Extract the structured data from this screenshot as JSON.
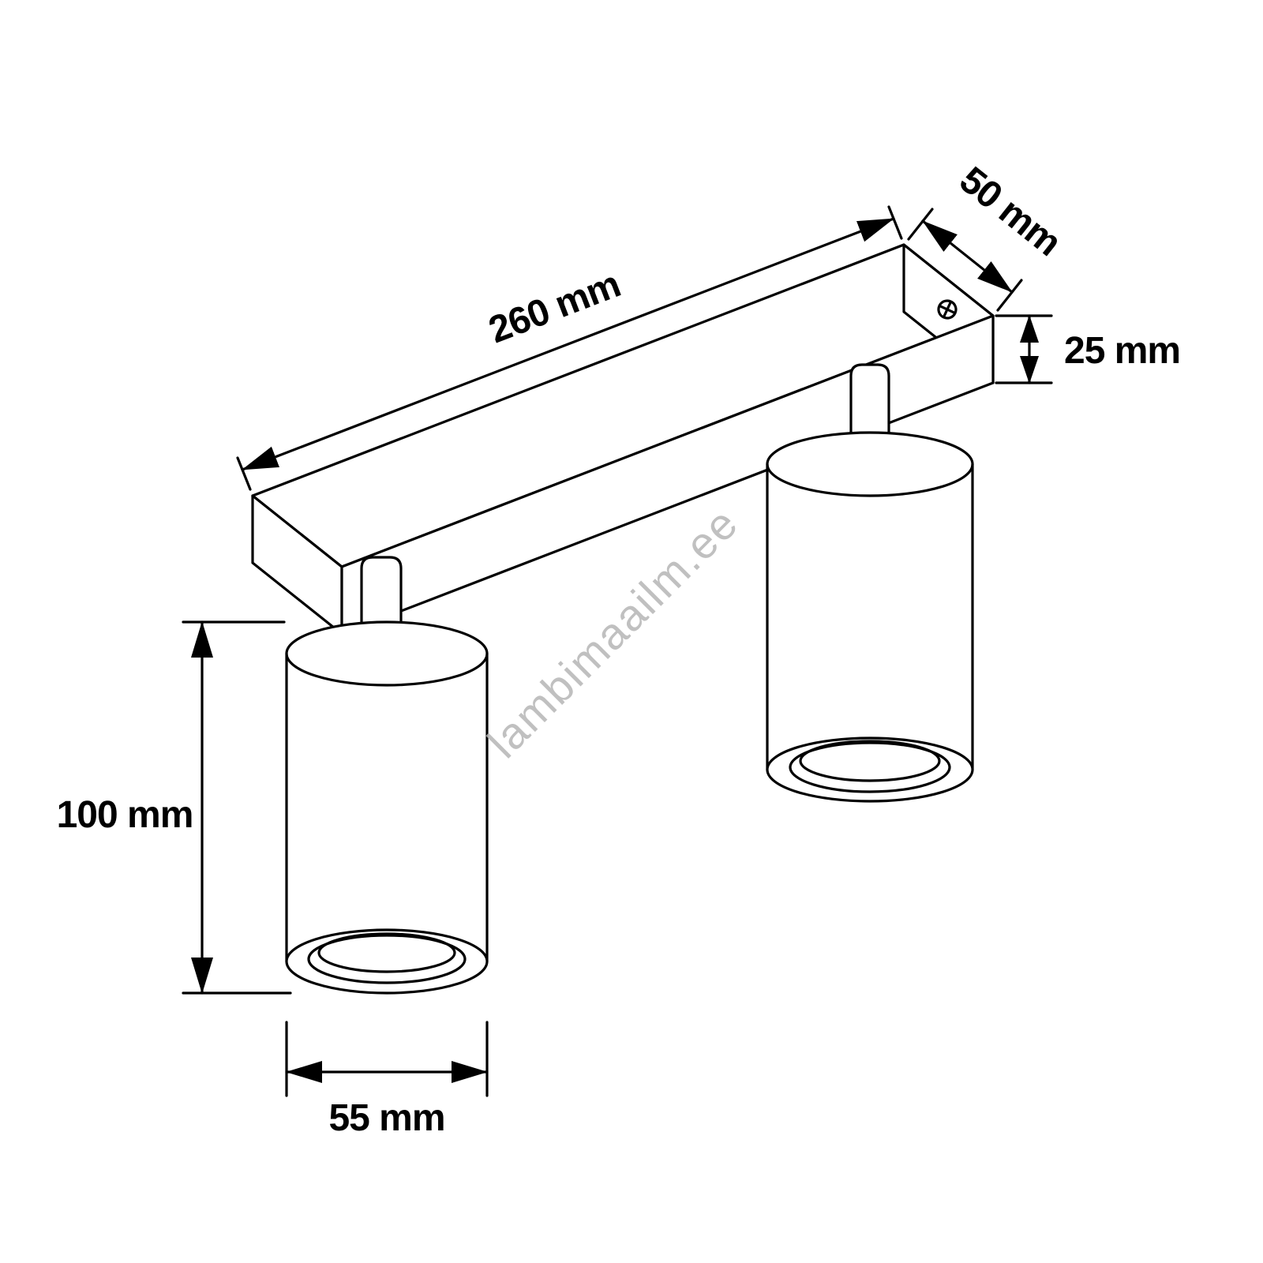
{
  "diagram": {
    "dimensions": {
      "bar_length": "260 mm",
      "bar_depth": "50 mm",
      "bar_height": "25 mm",
      "spot_height": "100 mm",
      "spot_diameter": "55 mm"
    },
    "watermark": "lambimaailm.ee",
    "colors": {
      "line": "#000000",
      "background": "#ffffff",
      "watermark": "#b6b6b6"
    }
  }
}
